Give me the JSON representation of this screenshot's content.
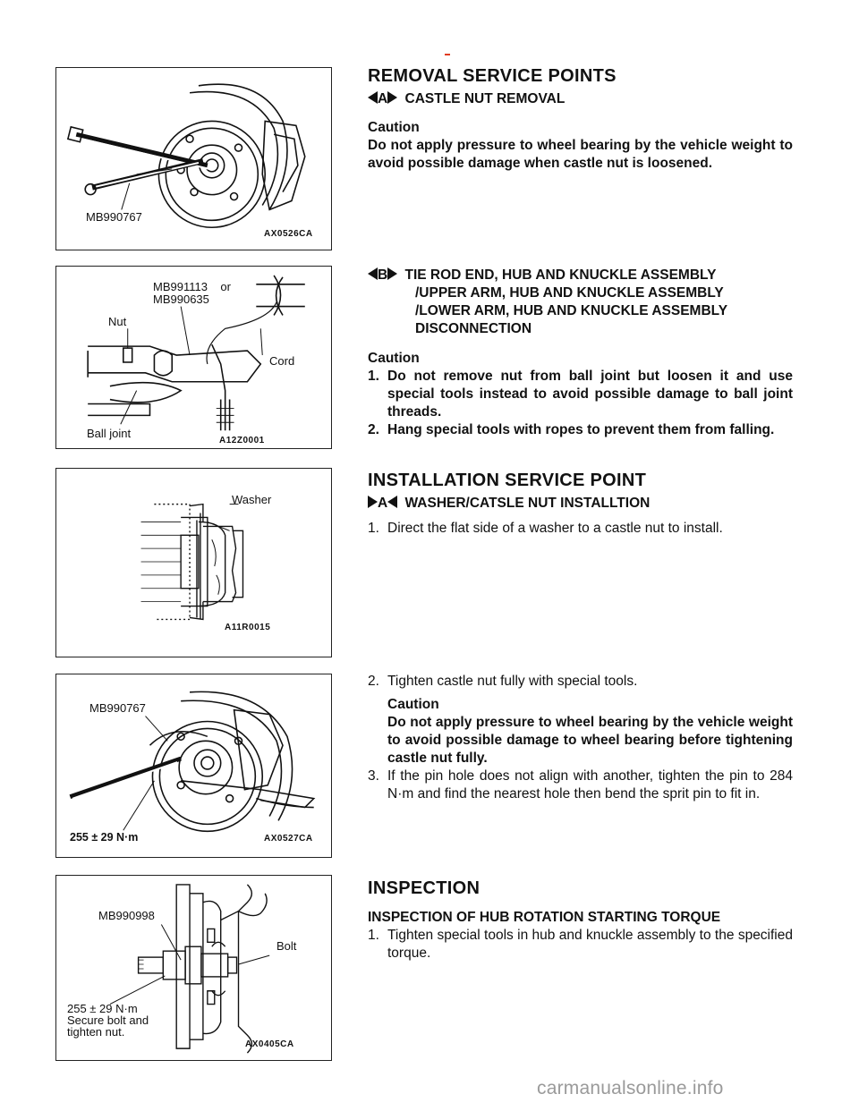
{
  "figures": {
    "fig1": {
      "label_tool": "MB990767",
      "code": "AX0526CA"
    },
    "fig2": {
      "label_tool": "MB991113    or\nMB990635",
      "label_nut": "Nut",
      "label_cord": "Cord",
      "label_balljoint": "Ball joint",
      "code": "A12Z0001"
    },
    "fig3": {
      "label_washer": "Washer",
      "code": "A11R0015"
    },
    "fig4": {
      "label_tool": "MB990767",
      "torque": "255 ± 29 N·m",
      "code": "AX0527CA"
    },
    "fig5": {
      "label_tool": "MB990998",
      "label_bolt": "Bolt",
      "note": "255 ± 29 N·m\nSecure bolt and\ntighten nut.",
      "code": "AX0405CA"
    }
  },
  "removal": {
    "title": "REMOVAL SERVICE POINTS",
    "a_key": "A",
    "a_heading": "CASTLE NUT REMOVAL",
    "a_caution_label": "Caution",
    "a_caution_text": "Do not apply pressure to wheel bearing by the vehicle weight to avoid possible damage when castle nut is loosened.",
    "b_key": "B",
    "b_heading_1": "TIE ROD END, HUB AND KNUCKLE ASSEMBLY",
    "b_heading_2": "/UPPER ARM, HUB AND KNUCKLE ASSEMBLY",
    "b_heading_3": "/LOWER ARM, HUB AND KNUCKLE ASSEMBLY",
    "b_heading_4": "DISCONNECTION",
    "b_caution_label": "Caution",
    "b_items": [
      {
        "num": "1.",
        "text": "Do not remove nut from ball joint but loosen it and use special tools instead to avoid possible damage to ball joint threads."
      },
      {
        "num": "2.",
        "text": "Hang special tools with ropes to prevent them from falling."
      }
    ]
  },
  "installation": {
    "title": "INSTALLATION SERVICE POINT",
    "a_key": "A",
    "a_heading": "WASHER/CATSLE NUT INSTALLTION",
    "step1_num": "1.",
    "step1": "Direct the flat side of a washer to a castle nut to install.",
    "step2_num": "2.",
    "step2": "Tighten castle nut fully with special tools.",
    "step2_caution_label": "Caution",
    "step2_caution": "Do not apply pressure to wheel bearing by the vehicle weight to avoid possible damage to wheel bearing before tightening castle nut fully.",
    "step3_num": "3.",
    "step3": "If the pin hole does not align with another, tighten the pin to 284 N·m and find the nearest hole then bend the sprit pin to fit in."
  },
  "inspection": {
    "title": "INSPECTION",
    "subtitle": "INSPECTION OF HUB ROTATION STARTING TORQUE",
    "step1_num": "1.",
    "step1": "Tighten special tools in hub and knuckle assembly to the specified torque."
  },
  "watermark": "carmanualsonline.info"
}
